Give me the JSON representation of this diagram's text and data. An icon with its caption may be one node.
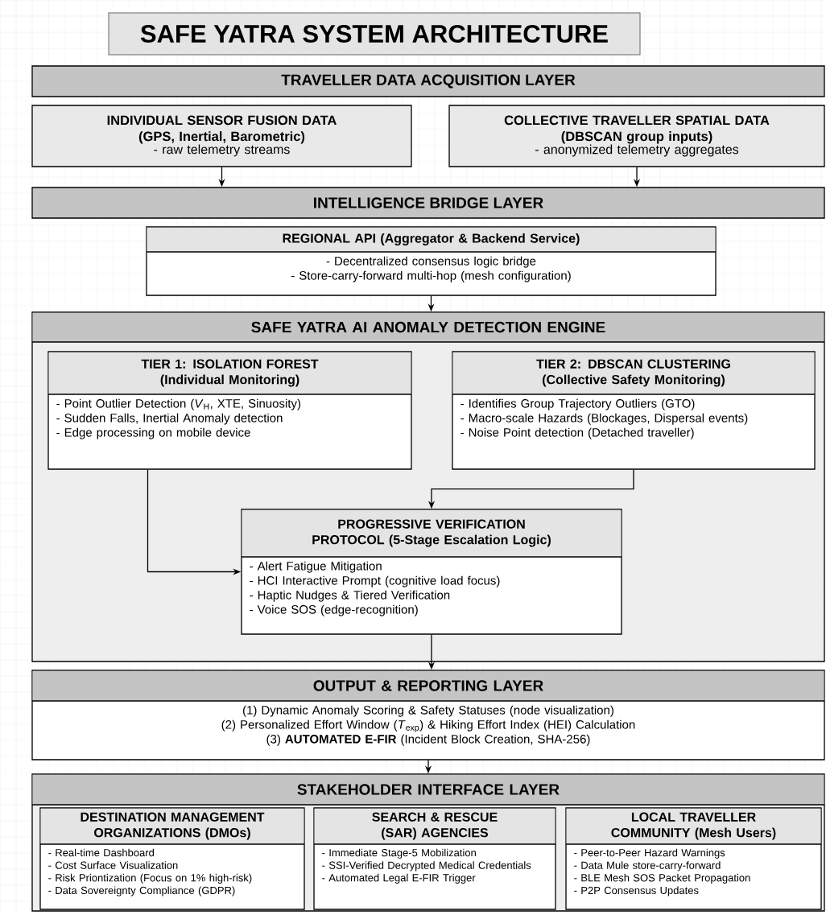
{
  "diagram": {
    "title": "SAFE YATRA SYSTEM ARCHITECTURE",
    "nodes": [
      {
        "text": [
          "TRAVELLER DATA ACQUISITION LAYER"
        ]
      },
      {
        "text": [
          "INDIVIDUAL SENSOR FUSION DATA (GPS, Inertial, Barometric)",
          "- raw telemetry streams"
        ]
      },
      {
        "text": [
          "COLLECTIVE TRAVELLER SPATIAL DATA (DBSCAN group inputs)",
          "- anonymized telemetry aggregates"
        ]
      },
      {
        "text": [
          "INTELLIGENCE BRIDGE LAYER"
        ]
      },
      {
        "text": [
          "REGIONAL API (Aggregator & Backend Service)",
          "- Decentralized consensus logic bridge",
          "- Store-carry-forward multi-hop (mesh configuration)"
        ]
      },
      {
        "text": [
          "SAFE YATRA AI ANOMALY DETECTION ENGINE"
        ]
      },
      {
        "text": [
          "TIER 1: ISOLATION FOREST (Individual Monitoring)",
          "- Point Outlier Detection (*V*$_{H}$, XTE, Sinuosity)",
          "- Sudden Falls, Inertial Anomaly detection",
          "- Edge processing on mobile device"
        ],
        "in": 5
      },
      {
        "text": [
          "TIER 2: DBSCAN CLUSTERING (Collective Safety Monitoring)",
          "- Identifies Group Trajectory Outliers (GTO)",
          "- Macro-scale Hazards (Blockages, Dispersal events)",
          "- Noise Point detection (Detached traveller)"
        ],
        "in": 5
      },
      {
        "text": [
          "PROGRESSIVE VERIFICATION PROTOCOL (5-Stage Escalation Logic)",
          "- Alert Fatigue Mitigation",
          "- HCI Interactive Prompt (cognitive load focus)",
          "- Haptic Nudges & Tiered Verification",
          "- Voice SOS (edge-recognition)"
        ],
        "in": 5
      },
      {
        "text": [
          "OUTPUT & REPORTING LAYER",
          "(1) Dynamic Anomaly Scoring & Safety Statuses (node visualization)",
          "(2) Personalized Effort Window (*T*$_{exp}$) & Hiking Effort Index (HEI) Calculation",
          "(3) **AUTOMATED E-FIR** (Incident Block Creation, SHA-256)"
        ]
      },
      {
        "text": [
          "STAKEHOLDER INTERFACE LAYER"
        ]
      },
      {
        "text": [
          "DESTINATION MANAGEMENT ORGANIZATIONS (DMOs)",
          "- Real-time Dashboard",
          "- Cost Surface Visualization",
          "- Risk Priontization (Focus on 1% high-risk)",
          "- Data Sovereignty Compliance (GDPR)"
        ],
        "in": 10
      },
      {
        "text": [
          "SEARCH & RESCUE (SAR) AGENCIES",
          "- Immediate Stage-5 Mobilization",
          "- SSI-Verified Decrypted Medical Credentials",
          "- Automated Legal E-FIR Trigger"
        ],
        "in": 10
      },
      {
        "text": [
          "LOCAL TRAVELLER COMMUNITY (Mesh Users)",
          "- Peer-to-Peer Hazard Warnings",
          "- Data Mule store-carry-forward",
          "- BLE Mesh SOS Packet Propagation",
          "- P2P Consensus Updates"
        ],
        "in": 10
      }
    ],
    "edges": [
      {
        "from": 1,
        "to": 3,
        "arrow": "to"
      },
      {
        "from": 2,
        "to": 3,
        "arrow": "to"
      },
      {
        "from": 4,
        "to": 5,
        "arrow": "to"
      },
      {
        "from": 6,
        "to": 8,
        "arrow": "to"
      },
      {
        "from": 7,
        "to": 8,
        "arrow": "to"
      },
      {
        "from": 8,
        "to": 9,
        "arrow": "to"
      },
      {
        "from": 9,
        "to": 10,
        "arrow": "to"
      }
    ]
  }
}
